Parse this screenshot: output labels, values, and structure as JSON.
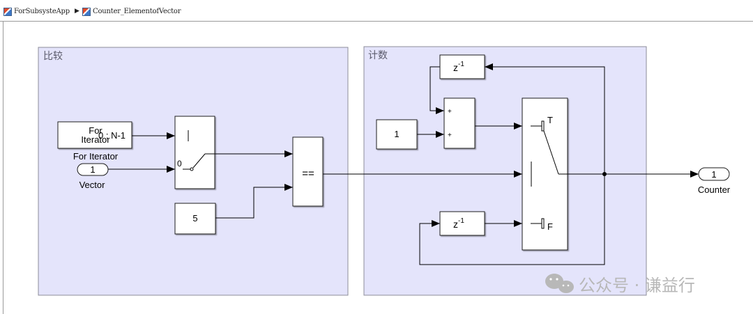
{
  "breadcrumb": {
    "items": [
      {
        "label": "ForSubsysteApp",
        "icon": "model-icon"
      },
      {
        "label": "Counter_ElementofVector",
        "icon": "subsystem-icon"
      }
    ],
    "separator": "▶"
  },
  "areas": {
    "compare": {
      "label": "比较"
    },
    "count": {
      "label": "计数"
    }
  },
  "blocks": {
    "for_iterator": {
      "text": "For Iterator",
      "port_label": "0 : N-1",
      "caption": "For Iterator"
    },
    "inport_vector": {
      "number": "1",
      "caption": "Vector"
    },
    "index_selector": {
      "port_label": "0"
    },
    "constant_5": {
      "value": "5"
    },
    "relational": {
      "operator": "=="
    },
    "constant_1": {
      "value": "1"
    },
    "sum": {
      "sign1": "+",
      "sign2": "+"
    },
    "delay_top": {
      "text": "z",
      "exp": "-1"
    },
    "delay_bottom": {
      "text": "z",
      "exp": "-1"
    },
    "switch": {
      "label_true": "T",
      "label_false": "F"
    },
    "outport_counter": {
      "number": "1",
      "caption": "Counter"
    }
  },
  "watermark": {
    "text": "公众号 · 谦益行"
  },
  "colors": {
    "area_fill": "#e4e4fb",
    "area_border": "#8c8c99",
    "block_border": "#1a1a1a",
    "line": "#000000",
    "breadcrumb_border": "#9a9a9a",
    "watermark": "#b8b8b8"
  }
}
